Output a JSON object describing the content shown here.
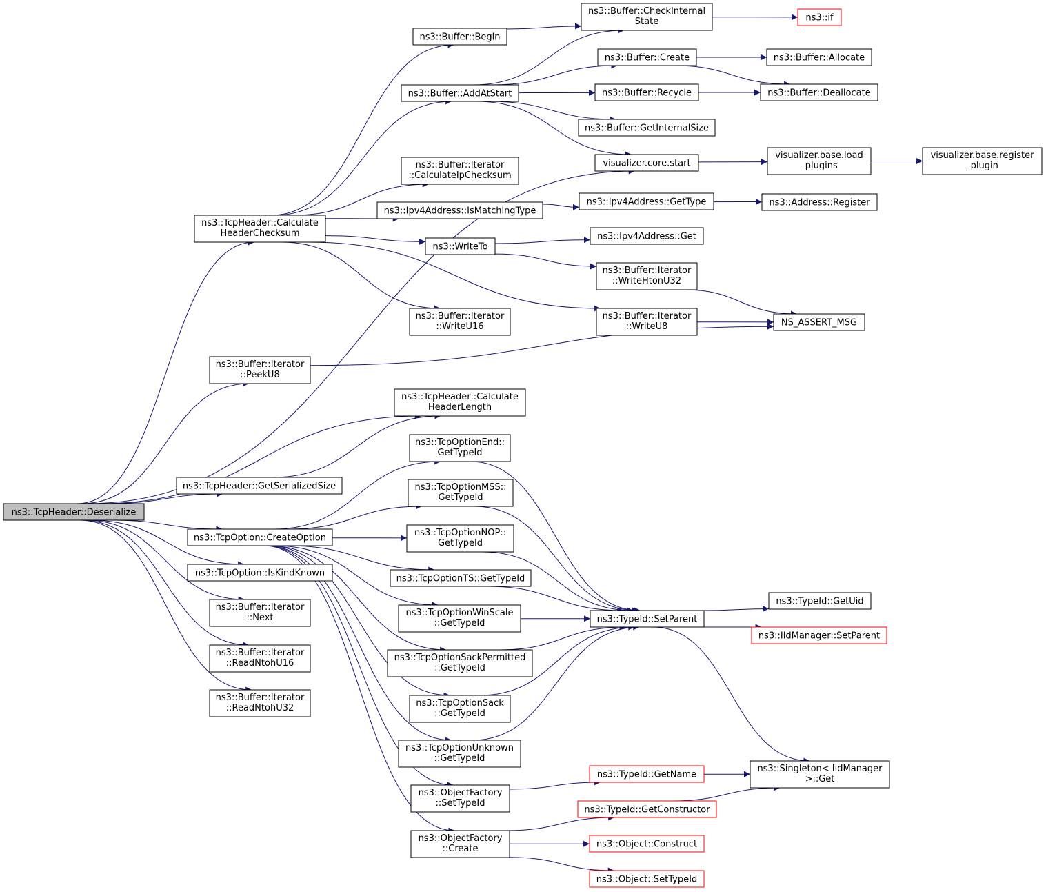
{
  "colors": {
    "edge": "#191970",
    "border_normal": "#000000",
    "border_truncated": "#ff0000",
    "fill_root": "#bfbfbf",
    "fill_normal": "#ffffff"
  },
  "nodes": [
    {
      "id": "deser",
      "lines": [
        "ns3::TcpHeader::Deserialize"
      ],
      "style": "root"
    },
    {
      "id": "chk",
      "lines": [
        "ns3::TcpHeader::Calculate",
        "HeaderChecksum"
      ],
      "style": "normal"
    },
    {
      "id": "peeku8",
      "lines": [
        "ns3::Buffer::Iterator",
        "::PeekU8"
      ],
      "style": "normal"
    },
    {
      "id": "hlen",
      "lines": [
        "ns3::TcpHeader::Calculate",
        "HeaderLength"
      ],
      "style": "normal"
    },
    {
      "id": "sersize",
      "lines": [
        "ns3::TcpHeader::GetSerializedSize"
      ],
      "style": "normal"
    },
    {
      "id": "createopt",
      "lines": [
        "ns3::TcpOption::CreateOption"
      ],
      "style": "normal"
    },
    {
      "id": "iskind",
      "lines": [
        "ns3::TcpOption::IsKindKnown"
      ],
      "style": "normal"
    },
    {
      "id": "next",
      "lines": [
        "ns3::Buffer::Iterator",
        "::Next"
      ],
      "style": "normal"
    },
    {
      "id": "rn16",
      "lines": [
        "ns3::Buffer::Iterator",
        "::ReadNtohU16"
      ],
      "style": "normal"
    },
    {
      "id": "rn32",
      "lines": [
        "ns3::Buffer::Iterator",
        "::ReadNtohU32"
      ],
      "style": "normal"
    },
    {
      "id": "begin",
      "lines": [
        "ns3::Buffer::Begin"
      ],
      "style": "normal"
    },
    {
      "id": "addatstart",
      "lines": [
        "ns3::Buffer::AddAtStart"
      ],
      "style": "normal"
    },
    {
      "id": "calcip",
      "lines": [
        "ns3::Buffer::Iterator",
        "::CalculateIpChecksum"
      ],
      "style": "normal"
    },
    {
      "id": "ismatch",
      "lines": [
        "ns3::Ipv4Address::IsMatchingType"
      ],
      "style": "normal"
    },
    {
      "id": "writeto",
      "lines": [
        "ns3::WriteTo"
      ],
      "style": "normal"
    },
    {
      "id": "wu16",
      "lines": [
        "ns3::Buffer::Iterator",
        "::WriteU16"
      ],
      "style": "normal"
    },
    {
      "id": "checkint",
      "lines": [
        "ns3::Buffer::CheckInternal",
        "State"
      ],
      "style": "normal"
    },
    {
      "id": "bcreate",
      "lines": [
        "ns3::Buffer::Create"
      ],
      "style": "normal"
    },
    {
      "id": "recycle",
      "lines": [
        "ns3::Buffer::Recycle"
      ],
      "style": "normal"
    },
    {
      "id": "getintsize",
      "lines": [
        "ns3::Buffer::GetInternalSize"
      ],
      "style": "normal"
    },
    {
      "id": "vstart",
      "lines": [
        "visualizer.core.start"
      ],
      "style": "normal"
    },
    {
      "id": "gettype",
      "lines": [
        "ns3::Ipv4Address::GetType"
      ],
      "style": "normal"
    },
    {
      "id": "ipget",
      "lines": [
        "ns3::Ipv4Address::Get"
      ],
      "style": "normal"
    },
    {
      "id": "whtonu32",
      "lines": [
        "ns3::Buffer::Iterator",
        "::WriteHtonU32"
      ],
      "style": "normal"
    },
    {
      "id": "wu8",
      "lines": [
        "ns3::Buffer::Iterator",
        "::WriteU8"
      ],
      "style": "normal"
    },
    {
      "id": "nsif",
      "lines": [
        "ns3::if"
      ],
      "style": "truncated"
    },
    {
      "id": "allocate",
      "lines": [
        "ns3::Buffer::Allocate"
      ],
      "style": "normal"
    },
    {
      "id": "dealloc",
      "lines": [
        "ns3::Buffer::Deallocate"
      ],
      "style": "normal"
    },
    {
      "id": "loadplug",
      "lines": [
        "visualizer.base.load",
        "_plugins"
      ],
      "style": "normal"
    },
    {
      "id": "regplug",
      "lines": [
        "visualizer.base.register",
        "_plugin"
      ],
      "style": "normal"
    },
    {
      "id": "register",
      "lines": [
        "ns3::Address::Register"
      ],
      "style": "normal"
    },
    {
      "id": "assert",
      "lines": [
        "NS_ASSERT_MSG"
      ],
      "style": "normal"
    },
    {
      "id": "optend",
      "lines": [
        "ns3::TcpOptionEnd::",
        "GetTypeId"
      ],
      "style": "normal"
    },
    {
      "id": "optmss",
      "lines": [
        "ns3::TcpOptionMSS::",
        "GetTypeId"
      ],
      "style": "normal"
    },
    {
      "id": "optnop",
      "lines": [
        "ns3::TcpOptionNOP::",
        "GetTypeId"
      ],
      "style": "normal"
    },
    {
      "id": "optts",
      "lines": [
        "ns3::TcpOptionTS::GetTypeId"
      ],
      "style": "normal"
    },
    {
      "id": "optwin",
      "lines": [
        "ns3::TcpOptionWinScale",
        "::GetTypeId"
      ],
      "style": "normal"
    },
    {
      "id": "optsackp",
      "lines": [
        "ns3::TcpOptionSackPermitted",
        "::GetTypeId"
      ],
      "style": "normal"
    },
    {
      "id": "optsack",
      "lines": [
        "ns3::TcpOptionSack",
        "::GetTypeId"
      ],
      "style": "normal"
    },
    {
      "id": "optunk",
      "lines": [
        "ns3::TcpOptionUnknown",
        "::GetTypeId"
      ],
      "style": "normal"
    },
    {
      "id": "ofsettype",
      "lines": [
        "ns3::ObjectFactory",
        "::SetTypeId"
      ],
      "style": "normal"
    },
    {
      "id": "ofcreate",
      "lines": [
        "ns3::ObjectFactory",
        "::Create"
      ],
      "style": "normal"
    },
    {
      "id": "setparent",
      "lines": [
        "ns3::TypeId::SetParent"
      ],
      "style": "normal"
    },
    {
      "id": "getuid",
      "lines": [
        "ns3::TypeId::GetUid"
      ],
      "style": "normal"
    },
    {
      "id": "iidsetparent",
      "lines": [
        "ns3::IidManager::SetParent"
      ],
      "style": "truncated"
    },
    {
      "id": "singleton",
      "lines": [
        "ns3::Singleton< IidManager",
        ">::Get"
      ],
      "style": "normal"
    },
    {
      "id": "getname",
      "lines": [
        "ns3::TypeId::GetName"
      ],
      "style": "truncated"
    },
    {
      "id": "getctor",
      "lines": [
        "ns3::TypeId::GetConstructor"
      ],
      "style": "truncated"
    },
    {
      "id": "objconstruct",
      "lines": [
        "ns3::Object::Construct"
      ],
      "style": "truncated"
    },
    {
      "id": "objsettype",
      "lines": [
        "ns3::Object::SetTypeId"
      ],
      "style": "truncated"
    }
  ],
  "edges": [
    [
      "deser",
      "chk"
    ],
    [
      "deser",
      "peeku8"
    ],
    [
      "deser",
      "hlen"
    ],
    [
      "deser",
      "sersize"
    ],
    [
      "deser",
      "createopt"
    ],
    [
      "deser",
      "iskind"
    ],
    [
      "deser",
      "next"
    ],
    [
      "deser",
      "rn16"
    ],
    [
      "deser",
      "rn32"
    ],
    [
      "deser",
      "vstart"
    ],
    [
      "chk",
      "begin"
    ],
    [
      "chk",
      "addatstart"
    ],
    [
      "chk",
      "calcip"
    ],
    [
      "chk",
      "ismatch"
    ],
    [
      "chk",
      "writeto"
    ],
    [
      "chk",
      "wu16"
    ],
    [
      "chk",
      "wu8"
    ],
    [
      "begin",
      "checkint"
    ],
    [
      "checkint",
      "nsif"
    ],
    [
      "addatstart",
      "checkint"
    ],
    [
      "addatstart",
      "bcreate"
    ],
    [
      "addatstart",
      "recycle"
    ],
    [
      "addatstart",
      "getintsize"
    ],
    [
      "addatstart",
      "vstart"
    ],
    [
      "bcreate",
      "allocate"
    ],
    [
      "bcreate",
      "dealloc"
    ],
    [
      "recycle",
      "dealloc"
    ],
    [
      "vstart",
      "loadplug"
    ],
    [
      "loadplug",
      "regplug"
    ],
    [
      "ismatch",
      "gettype"
    ],
    [
      "gettype",
      "register"
    ],
    [
      "writeto",
      "ipget"
    ],
    [
      "writeto",
      "whtonu32"
    ],
    [
      "whtonu32",
      "assert"
    ],
    [
      "wu8",
      "assert"
    ],
    [
      "peeku8",
      "assert"
    ],
    [
      "sersize",
      "hlen"
    ],
    [
      "createopt",
      "optend"
    ],
    [
      "createopt",
      "optmss"
    ],
    [
      "createopt",
      "optnop"
    ],
    [
      "createopt",
      "optts"
    ],
    [
      "createopt",
      "optwin"
    ],
    [
      "createopt",
      "optsackp"
    ],
    [
      "createopt",
      "optsack"
    ],
    [
      "createopt",
      "optunk"
    ],
    [
      "createopt",
      "ofsettype"
    ],
    [
      "createopt",
      "ofcreate"
    ],
    [
      "optend",
      "setparent"
    ],
    [
      "optmss",
      "setparent"
    ],
    [
      "optnop",
      "setparent"
    ],
    [
      "optts",
      "setparent"
    ],
    [
      "optwin",
      "setparent"
    ],
    [
      "optsackp",
      "setparent"
    ],
    [
      "optsack",
      "setparent"
    ],
    [
      "optunk",
      "setparent"
    ],
    [
      "setparent",
      "getuid"
    ],
    [
      "setparent",
      "iidsetparent"
    ],
    [
      "setparent",
      "singleton"
    ],
    [
      "ofsettype",
      "getname"
    ],
    [
      "ofcreate",
      "getctor"
    ],
    [
      "ofcreate",
      "objconstruct"
    ],
    [
      "ofcreate",
      "objsettype"
    ],
    [
      "getname",
      "singleton"
    ],
    [
      "getctor",
      "singleton"
    ]
  ]
}
